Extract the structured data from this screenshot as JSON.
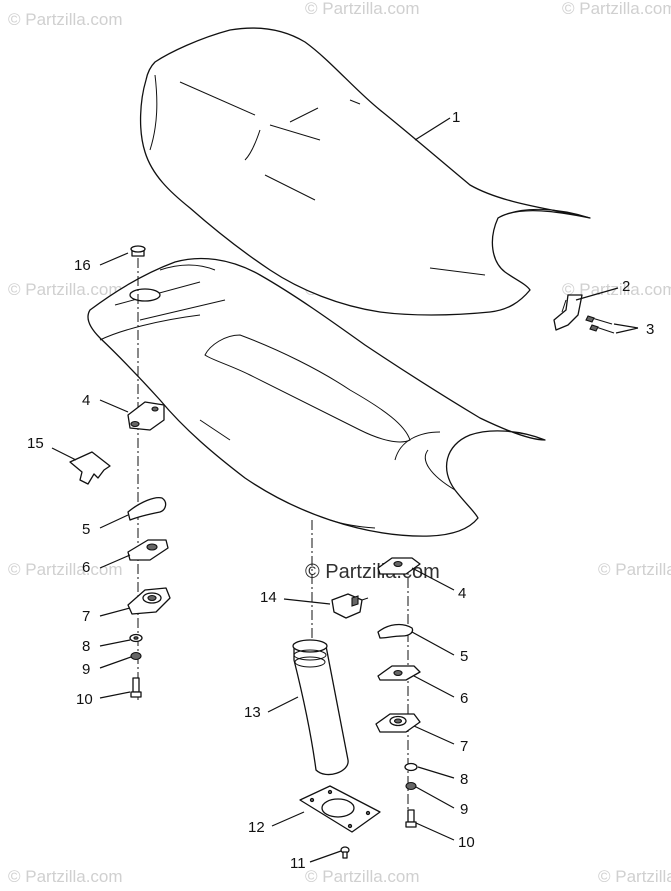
{
  "watermarks": {
    "corner_text": "© Partzilla.com",
    "center_text": "© Partzilla.com"
  },
  "callouts": [
    {
      "id": "1",
      "text": "1"
    },
    {
      "id": "2",
      "text": "2"
    },
    {
      "id": "3",
      "text": "3"
    },
    {
      "id": "4a",
      "text": "4"
    },
    {
      "id": "4b",
      "text": "4"
    },
    {
      "id": "5a",
      "text": "5"
    },
    {
      "id": "5b",
      "text": "5"
    },
    {
      "id": "6a",
      "text": "6"
    },
    {
      "id": "6b",
      "text": "6"
    },
    {
      "id": "7a",
      "text": "7"
    },
    {
      "id": "7b",
      "text": "7"
    },
    {
      "id": "8a",
      "text": "8"
    },
    {
      "id": "8b",
      "text": "8"
    },
    {
      "id": "9a",
      "text": "9"
    },
    {
      "id": "9b",
      "text": "9"
    },
    {
      "id": "10a",
      "text": "10"
    },
    {
      "id": "10b",
      "text": "10"
    },
    {
      "id": "11",
      "text": "11"
    },
    {
      "id": "12",
      "text": "12"
    },
    {
      "id": "13",
      "text": "13"
    },
    {
      "id": "14",
      "text": "14"
    },
    {
      "id": "15",
      "text": "15"
    },
    {
      "id": "16",
      "text": "16"
    }
  ]
}
